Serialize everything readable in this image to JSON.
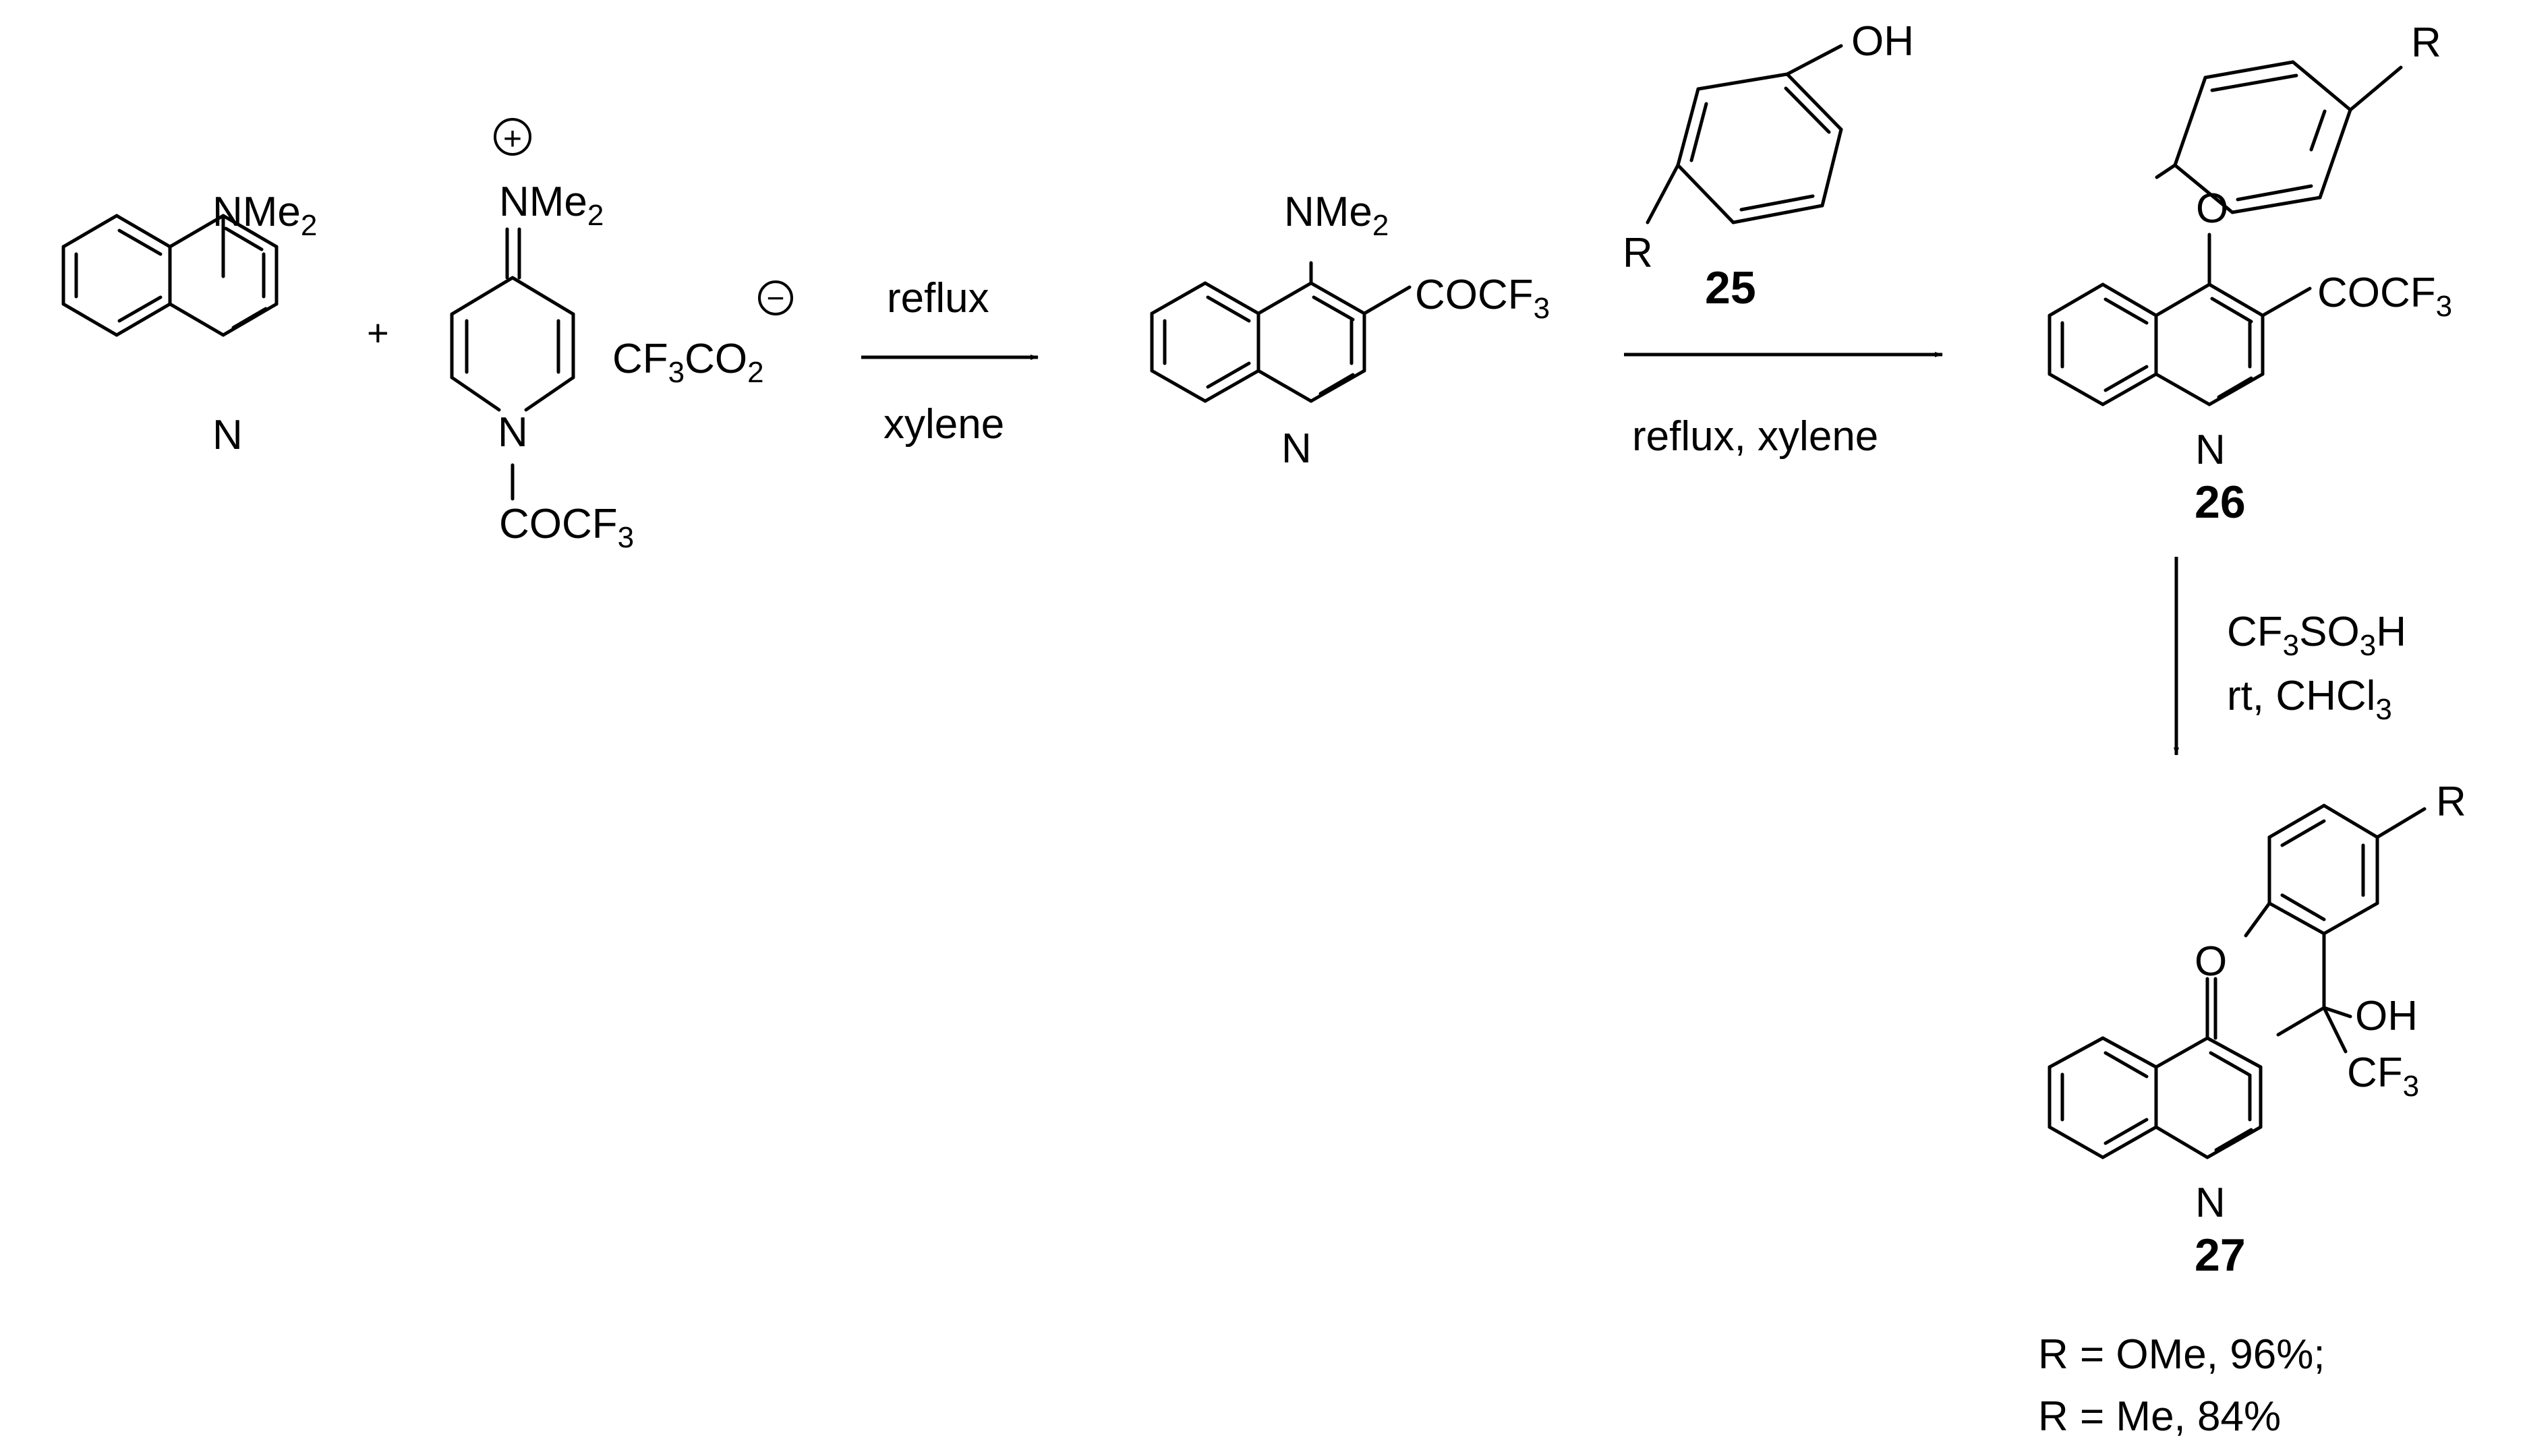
{
  "plus": "+",
  "reagent_nme2": "NMe",
  "reagent_nme2_sub": "2",
  "reagent_n": "N",
  "salt_plus": "+",
  "salt_minus": "−",
  "salt_nme2": "NMe",
  "salt_nme2_sub": "2",
  "salt_n": "N",
  "salt_acyl": "COCF",
  "salt_acyl_sub": "3",
  "salt_anion_a": "CF",
  "salt_anion_sub1": "3",
  "salt_anion_b": "CO",
  "salt_anion_sub2": "2",
  "step1_above": "reflux",
  "step1_below": "xylene",
  "int_nme2": "NMe",
  "int_nme2_sub": "2",
  "int_acyl": "COCF",
  "int_acyl_sub": "3",
  "int_n": "N",
  "phenol_oh": "OH",
  "phenol_r": "R",
  "phenol_number": "25",
  "step2_below": "reflux, xylene",
  "p26_r": "R",
  "p26_o": "O",
  "p26_acyl": "COCF",
  "p26_acyl_sub": "3",
  "p26_n": "N",
  "p26_number": "26",
  "step3_line1_a": "CF",
  "step3_line1_sub1": "3",
  "step3_line1_b": "SO",
  "step3_line1_sub2": "3",
  "step3_line1_c": "H",
  "step3_line2_a": "rt, CHCl",
  "step3_line2_sub": "3",
  "p27_r": "R",
  "p27_o": "O",
  "p27_oh": "OH",
  "p27_cf3": "CF",
  "p27_cf3_sub": "3",
  "p27_n": "N",
  "p27_number": "27",
  "yield_1": "R = OMe, 96%;",
  "yield_2": "R = Me, 84%"
}
